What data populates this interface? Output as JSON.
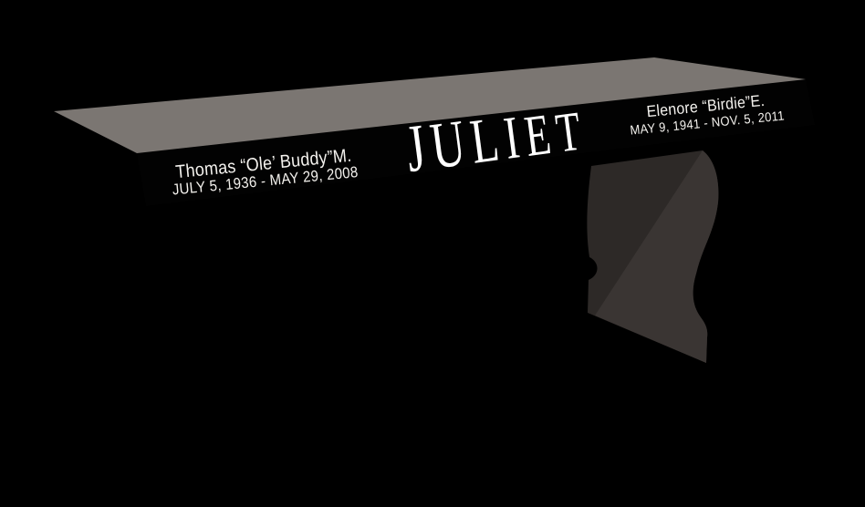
{
  "title": {
    "text": "JULIET",
    "letters": [
      "J",
      "U",
      "L",
      "I",
      "E",
      "T"
    ]
  },
  "inscriptions": {
    "left": {
      "name": "Thomas “Ole’ Buddy”M.",
      "dates": "JULY 5, 1936 - MAY 29, 2008"
    },
    "right": {
      "name": "Elenore “Birdie”E.",
      "dates": "MAY 9, 1941 - NOV. 5, 2011"
    }
  },
  "colors": {
    "background": "#000000",
    "bench_top": "#7b7672",
    "bench_front": "#020202",
    "leg_side_shadow": "#2d2927",
    "leg_front": "#3a3533",
    "title_text": "#ffffff",
    "inscription_text": "#f4f2ee"
  }
}
